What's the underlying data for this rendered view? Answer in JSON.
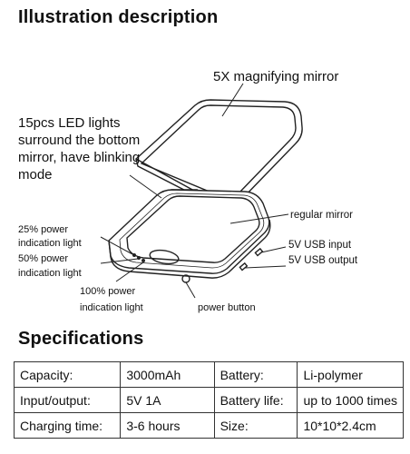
{
  "illustration": {
    "title": "Illustration description",
    "labels": {
      "magnifying": "5X magnifying mirror",
      "led_1": "15pcs LED lights",
      "led_2": "surround the bottom",
      "led_3": "mirror, have blinking",
      "led_4": "mode",
      "regular": "regular mirror",
      "usb_in": "5V USB input",
      "usb_out": "5V USB output",
      "p25_1": "25% power",
      "p25_2": "indication light",
      "p50_1": "50% power",
      "p50_2": "indication light",
      "p100_1": "100% power",
      "p100_2": "indication light",
      "power_button": "power button"
    }
  },
  "specifications": {
    "title": "Specifications",
    "rows": [
      {
        "k1": "Capacity:",
        "v1": "3000mAh",
        "k2": "Battery:",
        "v2": "Li-polymer"
      },
      {
        "k1": "Input/output:",
        "v1": "5V 1A",
        "k2": "Battery life:",
        "v2": "up to 1000 times"
      },
      {
        "k1": "Charging time:",
        "v1": "3-6 hours",
        "k2": "Size:",
        "v2": "10*10*2.4cm"
      }
    ]
  }
}
